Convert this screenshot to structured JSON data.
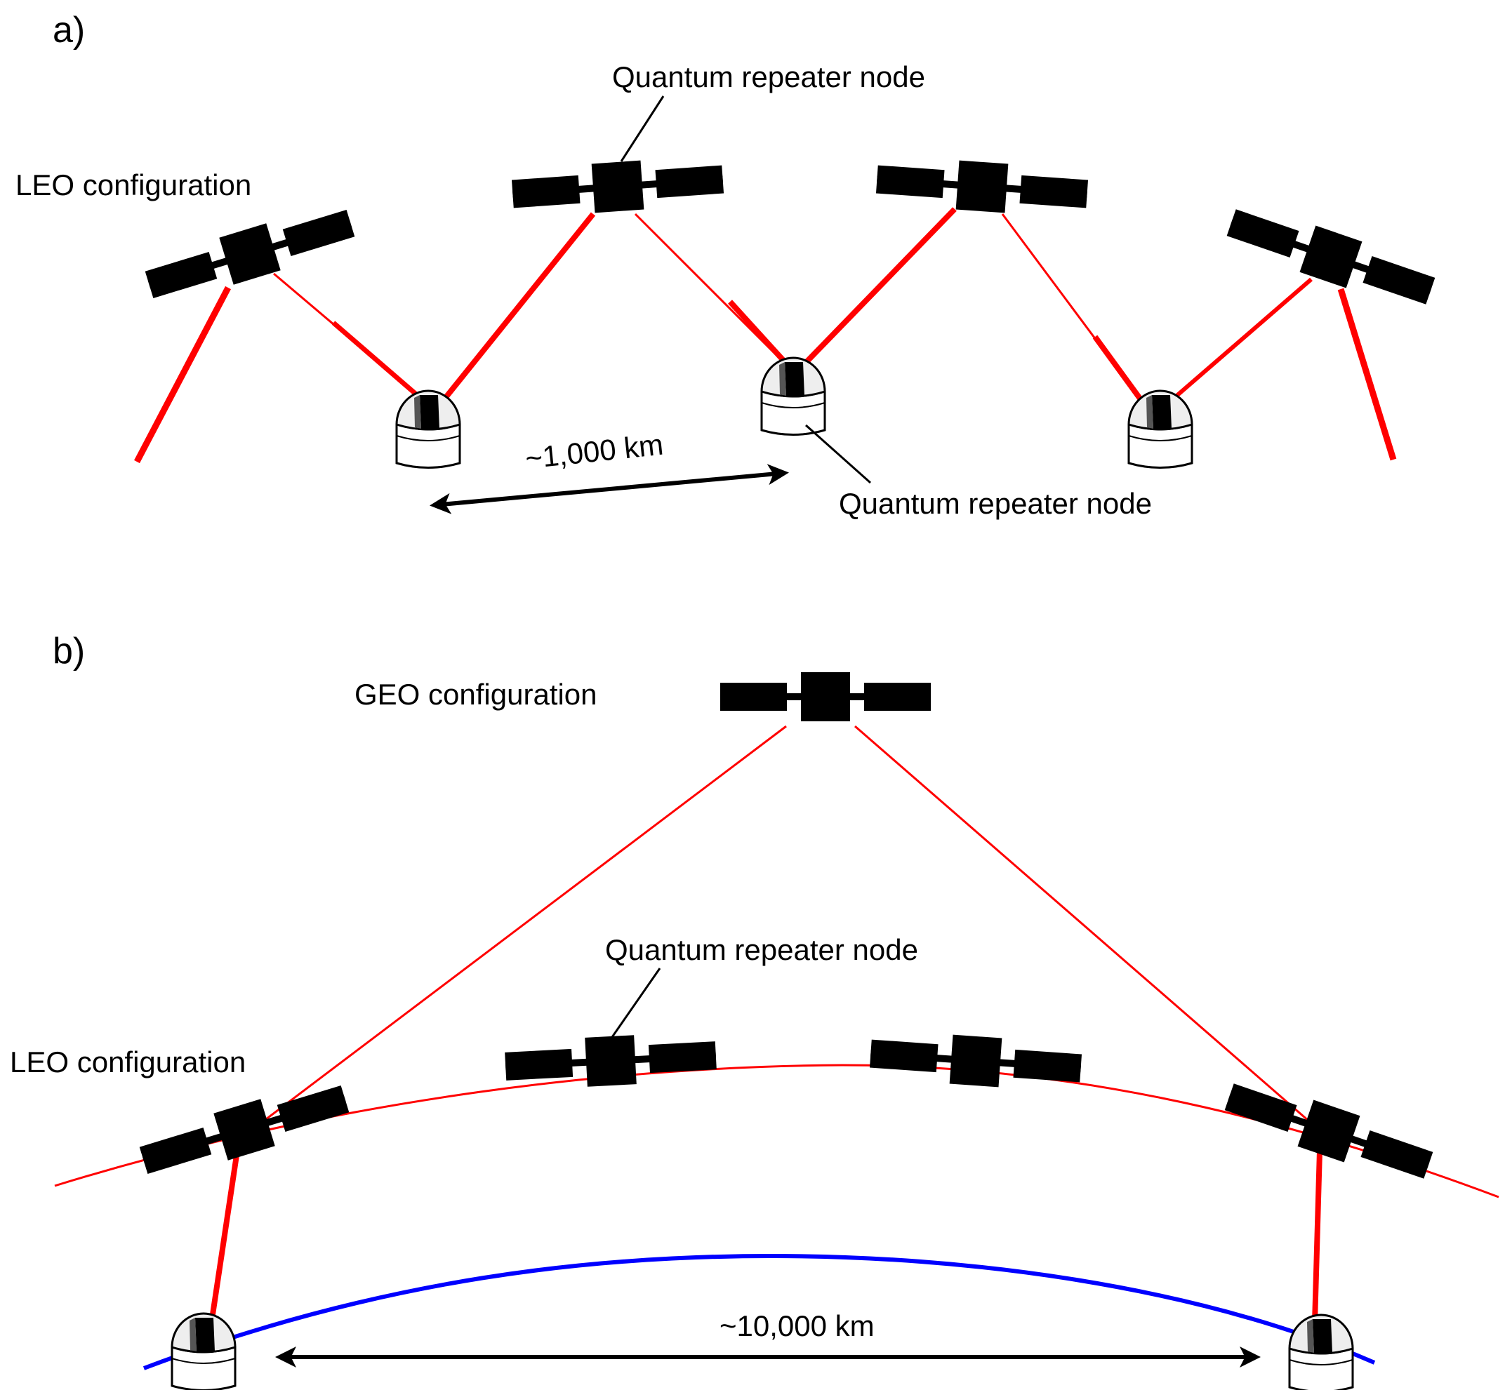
{
  "panel_a": {
    "label": "a)",
    "leo_label": "LEO configuration",
    "node_label_top": "Quantum repeater node",
    "node_label_ground": "Quantum repeater node",
    "distance": "~1,000 km"
  },
  "panel_b": {
    "label": "b)",
    "geo_label": "GEO configuration",
    "leo_label": "LEO configuration",
    "node_label": "Quantum repeater node",
    "distance": "~10,000 km"
  },
  "colors": {
    "beam": "#ff0000",
    "earth_surface": "#0000ff",
    "satellite": "#000000"
  },
  "icons": [
    "satellite-icon",
    "ground-station-dome-icon",
    "double-arrow-icon"
  ]
}
